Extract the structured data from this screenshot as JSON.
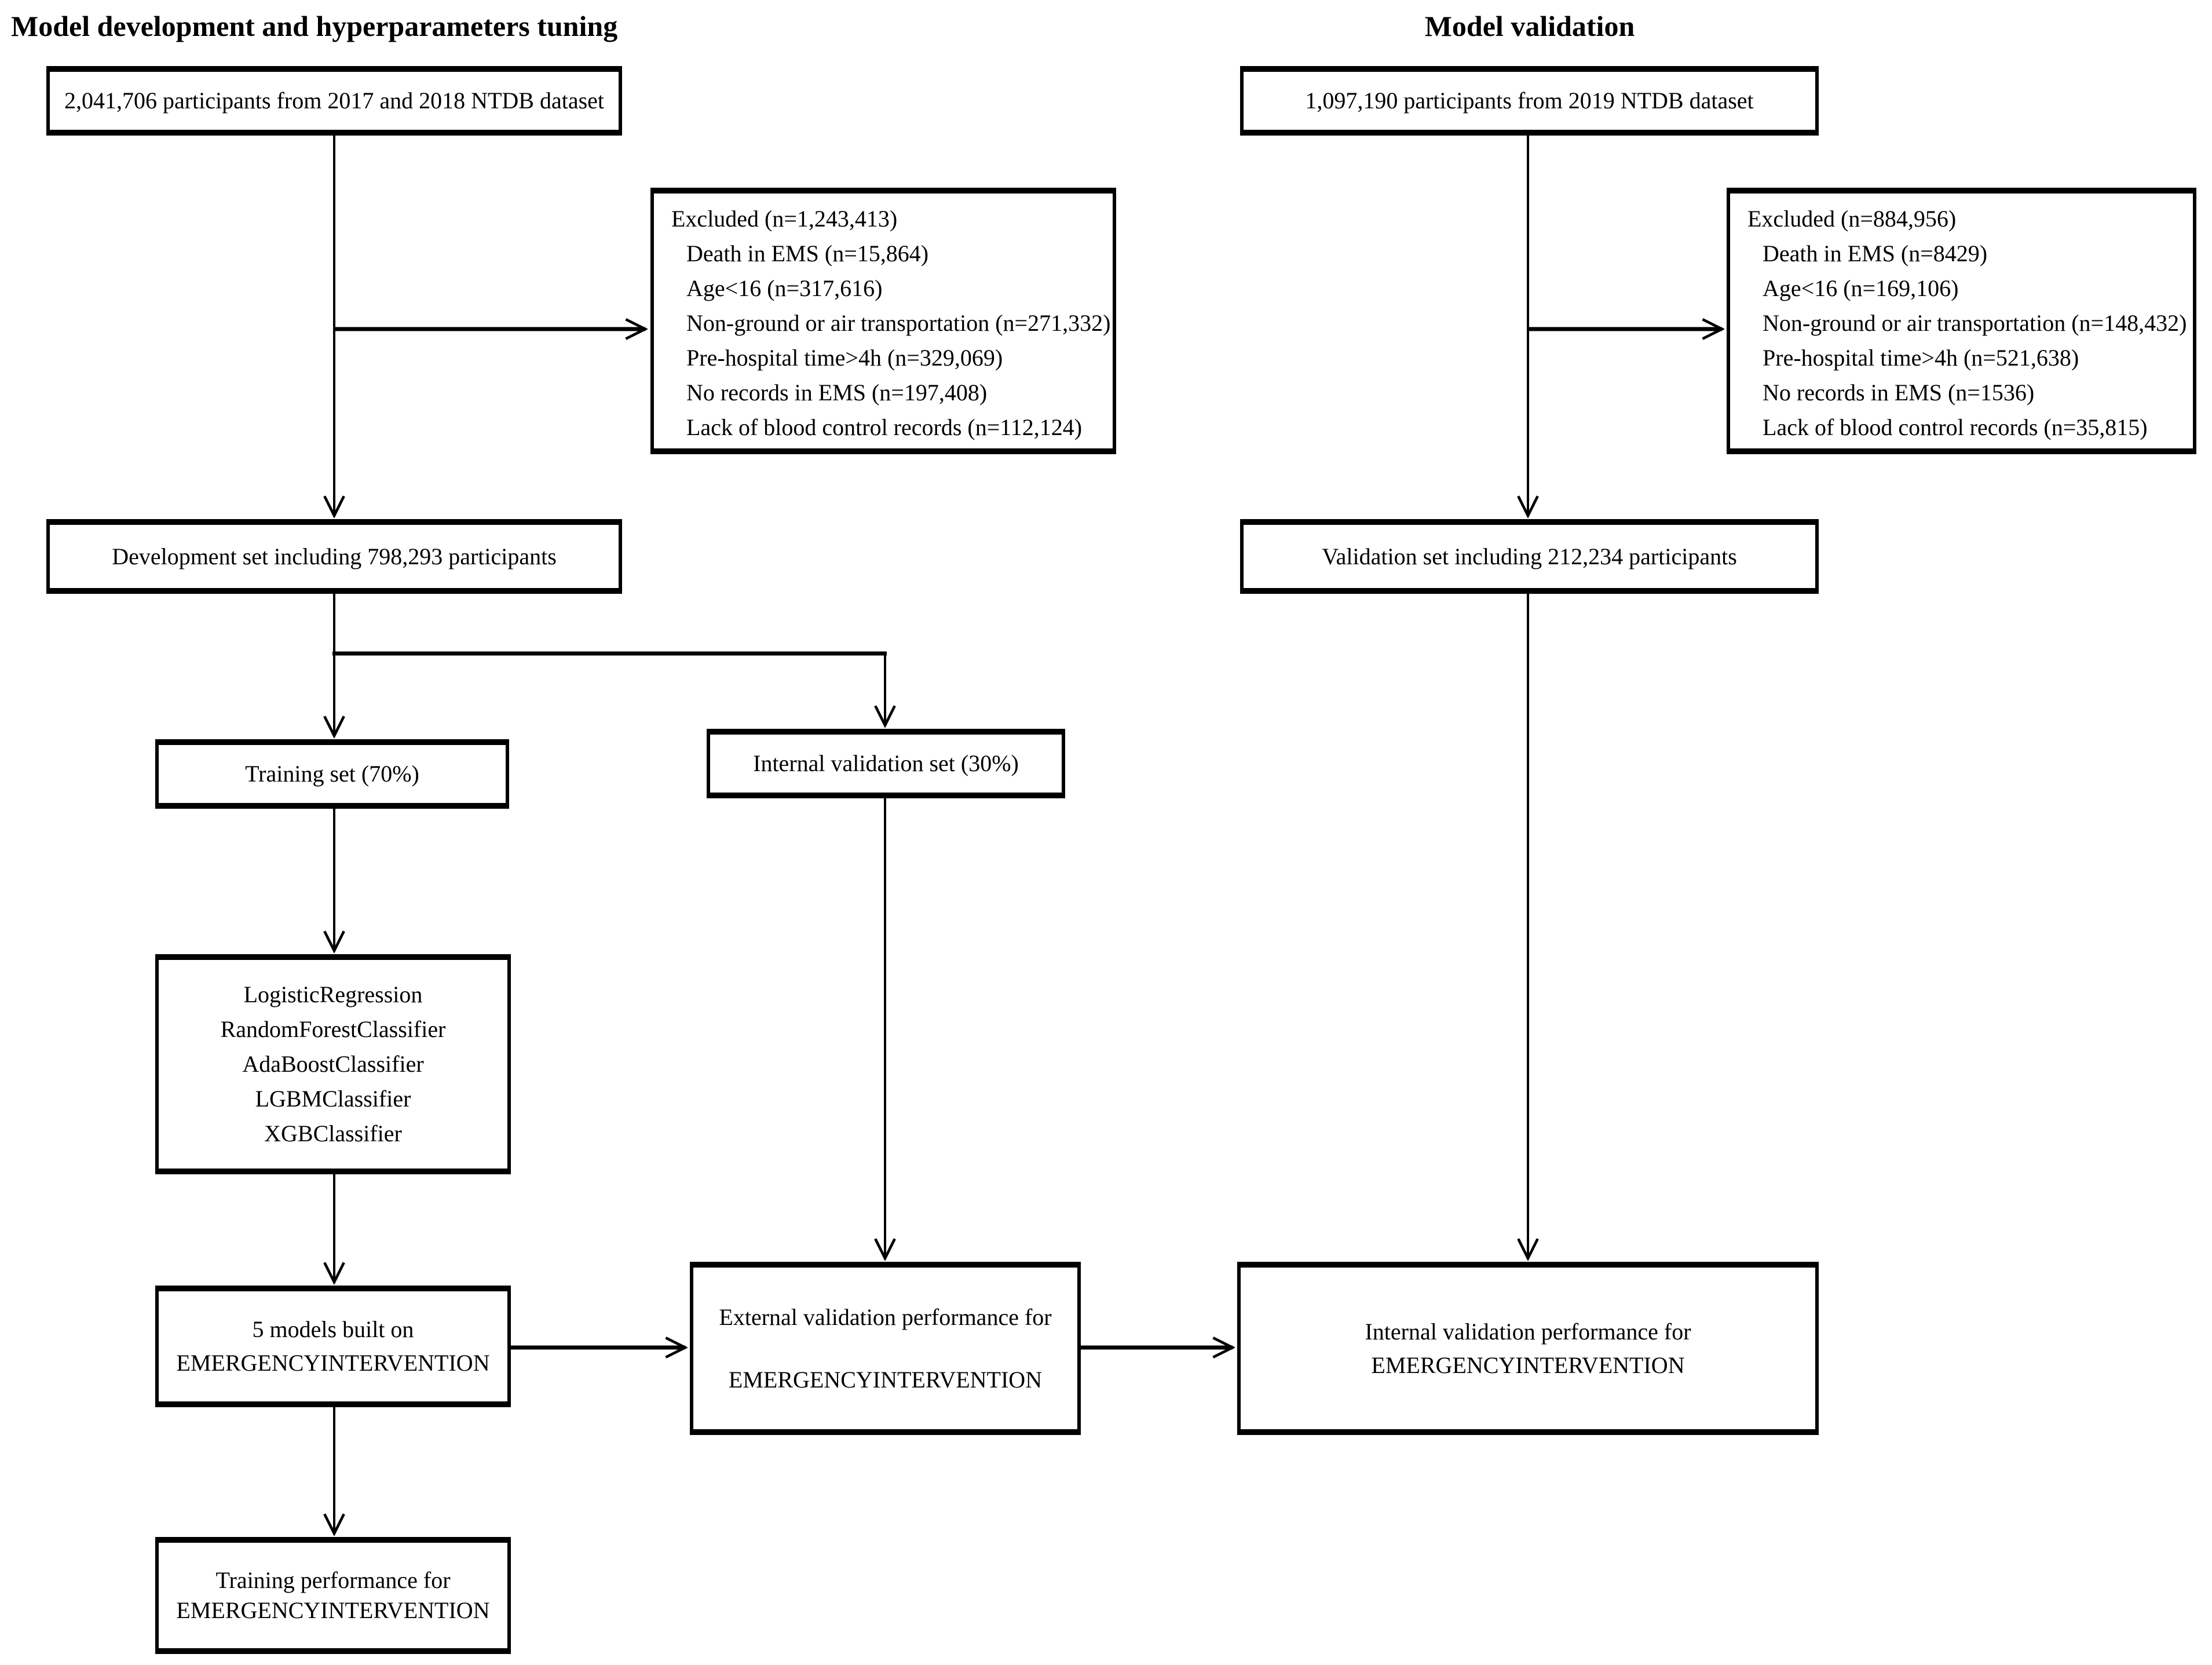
{
  "left_column": {
    "title": "Model development and hyperparameters tuning",
    "source_box": "2,041,706 participants from 2017 and 2018 NTDB dataset",
    "excluded_box": {
      "title": "Excluded (n=1,243,413)",
      "items": [
        "Death in EMS (n=15,864)",
        "Age<16 (n=317,616)",
        "Non-ground or air transportation (n=271,332)",
        "Pre-hospital time>4h (n=329,069)",
        "No records in EMS (n=197,408)",
        "Lack of blood control records (n=112,124)"
      ]
    },
    "development_set_box": "Development set including 798,293 participants",
    "training_set_box": "Training set (70%)",
    "internal_validation_set_box": "Internal validation set (30%)",
    "classifiers_box": {
      "items": [
        "LogisticRegression",
        "RandomForestClassifier",
        "AdaBoostClassifier",
        "LGBMClassifier",
        "XGBClassifier"
      ]
    },
    "five_models_box": {
      "line1": "5 models built on",
      "line2": "EMERGENCYINTERVENTION"
    },
    "external_validation_box": {
      "line1": "External validation performance for",
      "line2": "EMERGENCYINTERVENTION"
    },
    "training_performance_box": {
      "line1": "Training performance for",
      "line2": "EMERGENCYINTERVENTION"
    }
  },
  "right_column": {
    "title": "Model validation",
    "source_box": "1,097,190 participants from 2019 NTDB dataset",
    "excluded_box": {
      "title": "Excluded (n=884,956)",
      "items": [
        "Death in EMS (n=8429)",
        "Age<16 (n=169,106)",
        "Non-ground or air transportation (n=148,432)",
        "Pre-hospital time>4h (n=521,638)",
        "No records in EMS (n=1536)",
        "Lack of blood control records (n=35,815)"
      ]
    },
    "validation_set_box": "Validation set including 212,234 participants",
    "internal_validation_performance_box": {
      "line1": "Internal validation performance for",
      "line2": "EMERGENCYINTERVENTION"
    }
  }
}
